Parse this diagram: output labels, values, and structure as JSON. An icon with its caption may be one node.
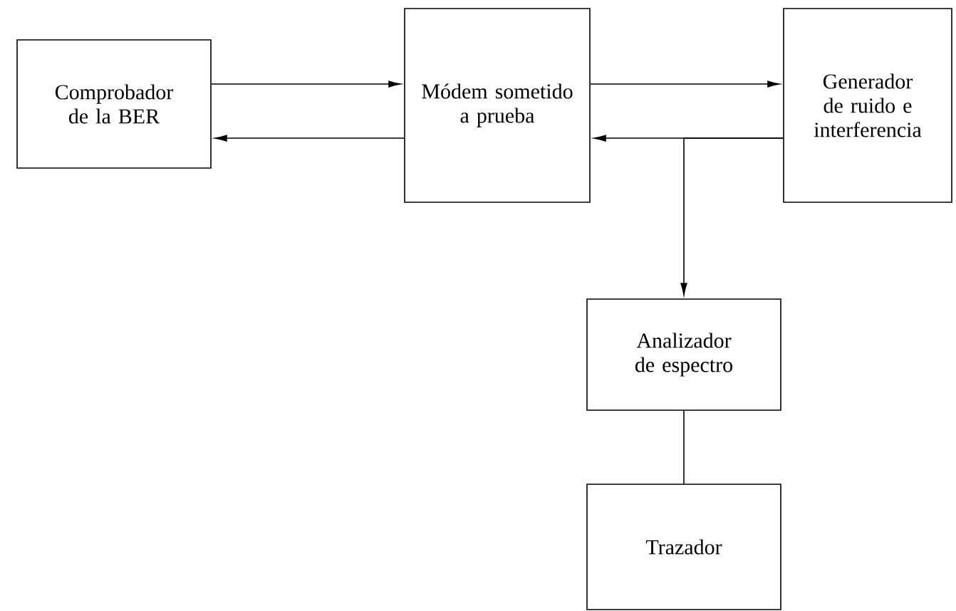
{
  "diagram": {
    "nodes": [
      {
        "text": [
          "Comprobador de la BER"
        ]
      },
      {
        "text": [
          "Módem sometido a prueba"
        ]
      },
      {
        "text": [
          "Generador de ruido e interferencia"
        ]
      },
      {
        "text": [
          "Analizador de espectro"
        ]
      },
      {
        "text": [
          "Trazador"
        ]
      }
    ],
    "edges": [
      {
        "from": 0,
        "to": 1,
        "arrow": "to"
      },
      {
        "from": 1,
        "to": 0,
        "arrow": "to"
      },
      {
        "from": 1,
        "to": 2,
        "arrow": "to"
      },
      {
        "from": 2,
        "to": 1,
        "arrow": "to"
      },
      {
        "from": 2,
        "to": 3,
        "arrow": "to"
      },
      {
        "from": 3,
        "to": 4,
        "arrow": "none"
      }
    ]
  }
}
